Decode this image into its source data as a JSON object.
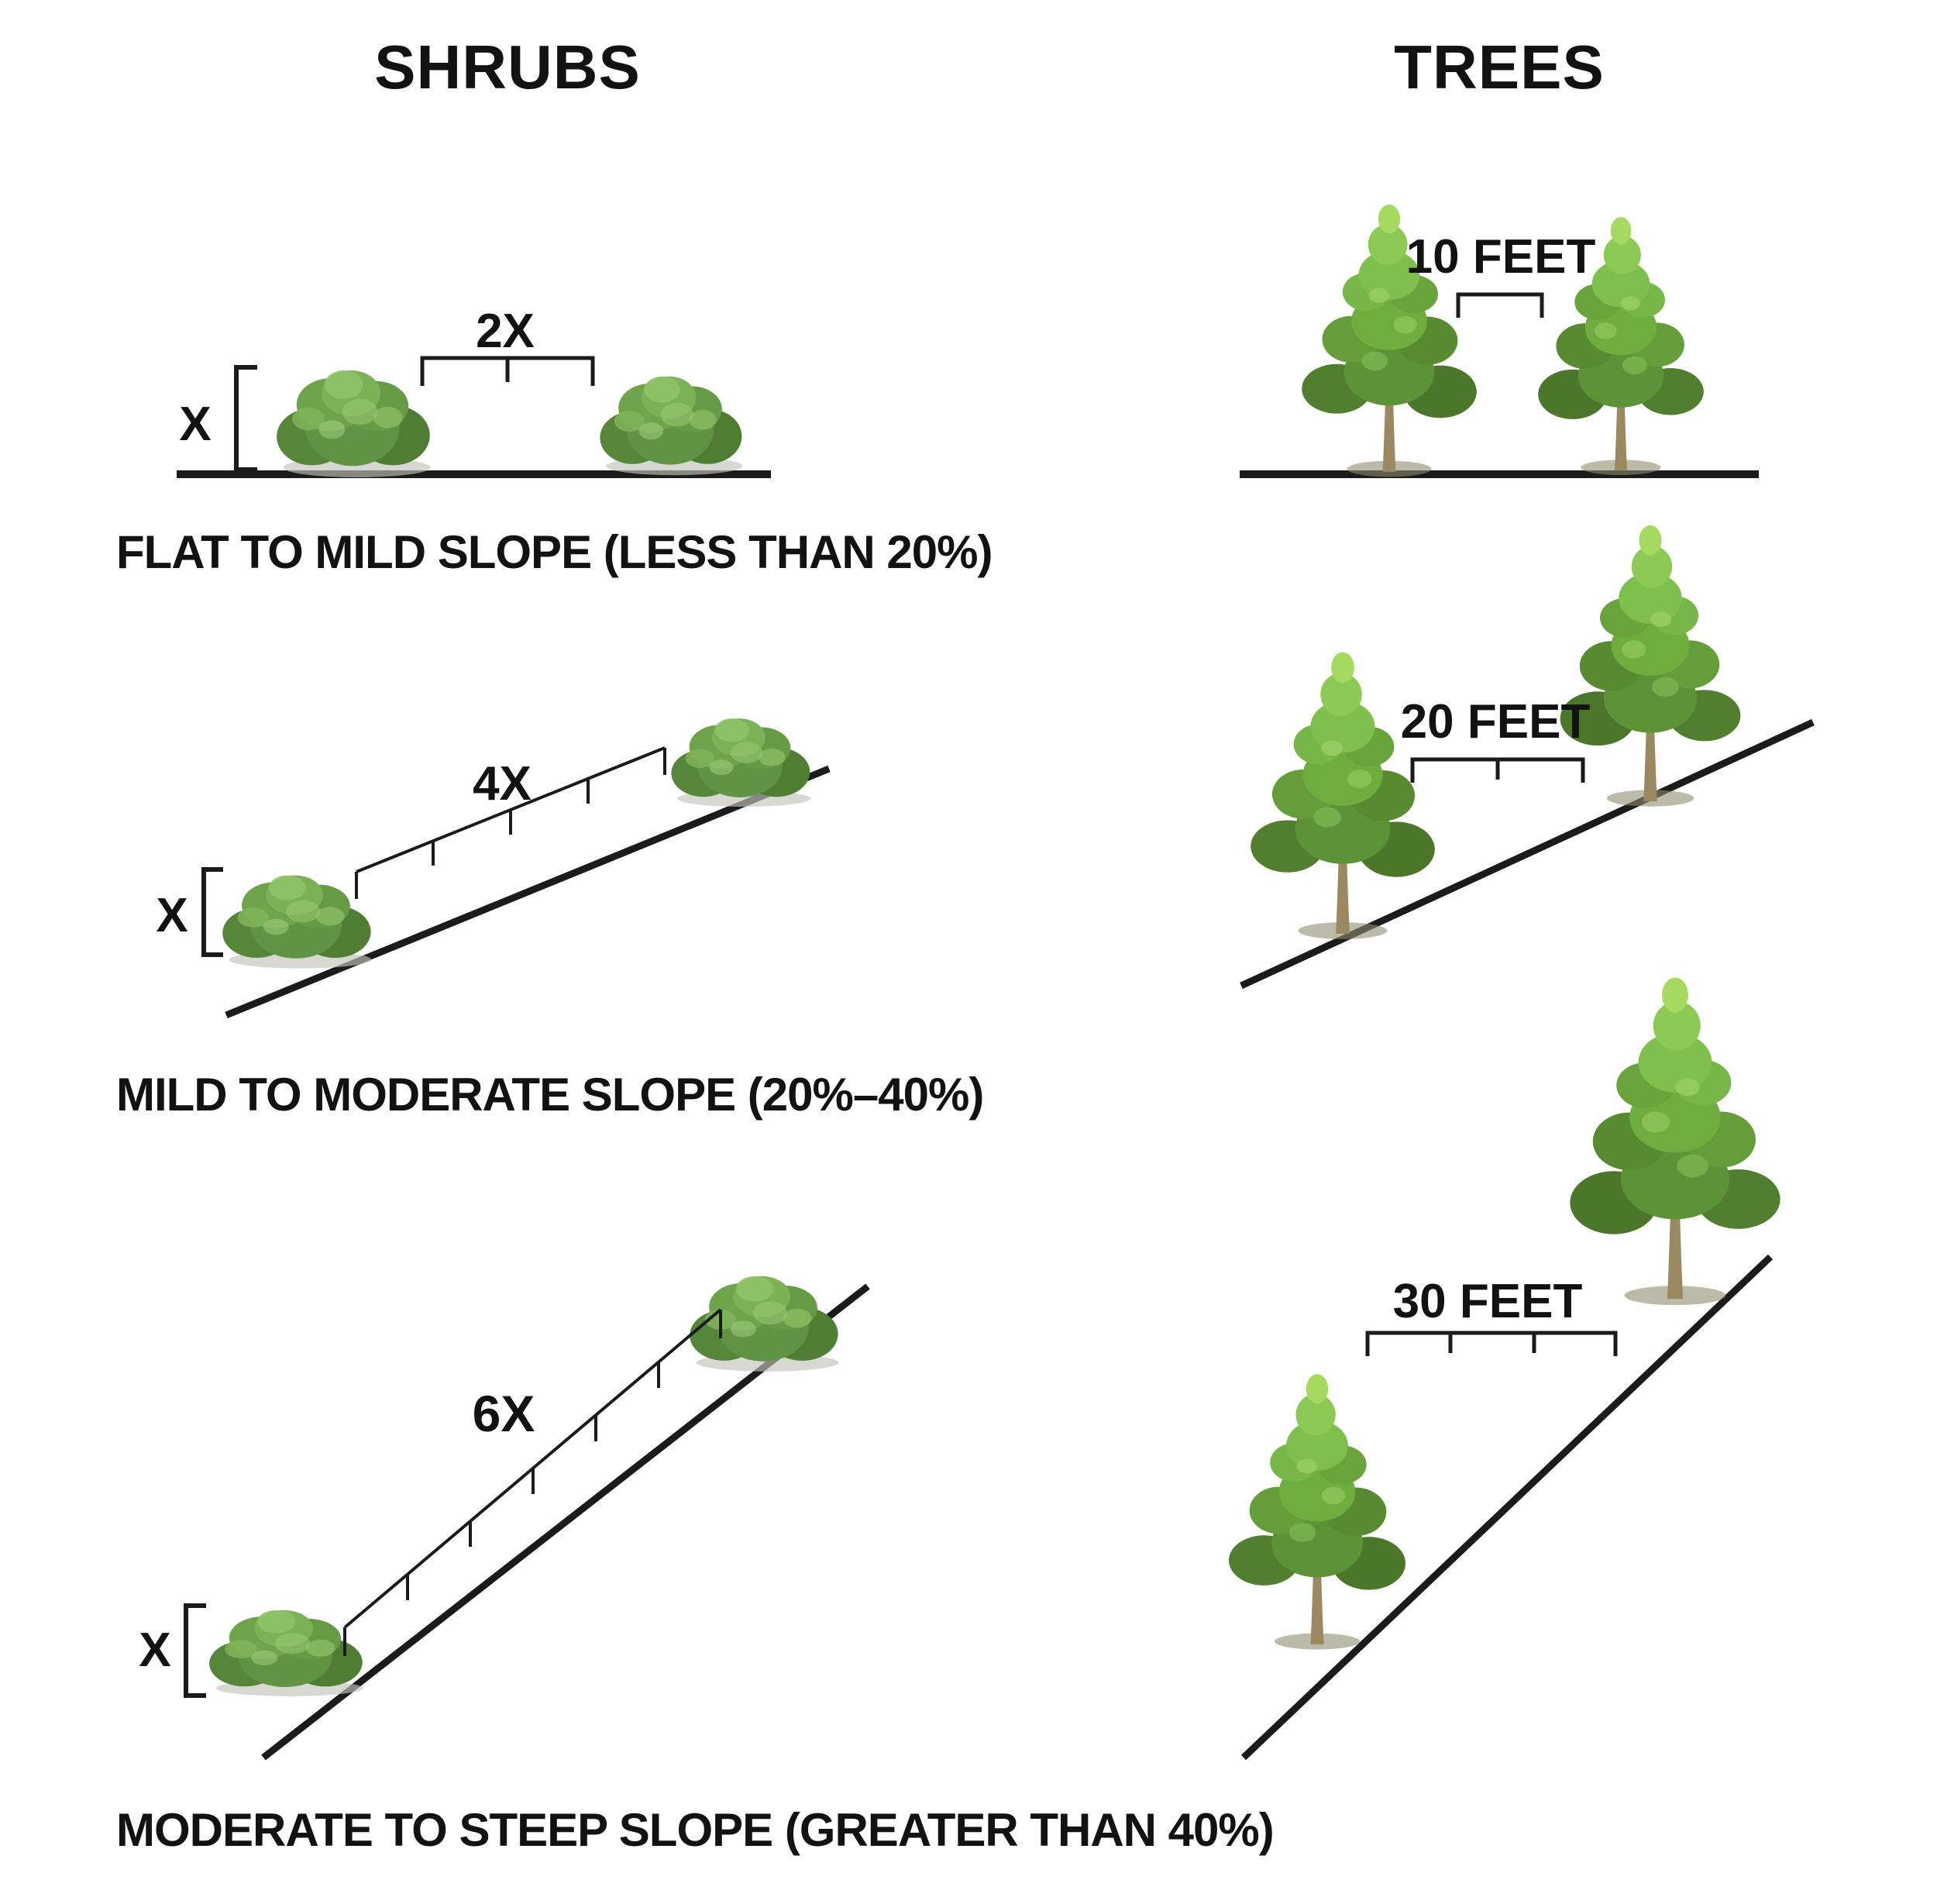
{
  "columns": {
    "shrubs": "SHRUBS",
    "trees": "TREES"
  },
  "rows": [
    {
      "caption": "FLAT TO MILD SLOPE (LESS THAN 20%)",
      "slope_range": "less than 20%",
      "shrubs": {
        "height_label": "X",
        "spacing_label": "2X",
        "spacing_multiple_of_height": 2
      },
      "trees": {
        "spacing_label": "10 FEET",
        "spacing_feet": 10
      }
    },
    {
      "caption": "MILD TO MODERATE SLOPE (20%–40%)",
      "slope_range": "20%–40%",
      "shrubs": {
        "height_label": "X",
        "spacing_label": "4X",
        "spacing_multiple_of_height": 4
      },
      "trees": {
        "spacing_label": "20 FEET",
        "spacing_feet": 20
      }
    },
    {
      "caption": "MODERATE TO STEEP SLOPE (GREATER THAN 40%)",
      "slope_range": "greater than 40%",
      "shrubs": {
        "height_label": "X",
        "spacing_label": "6X",
        "spacing_multiple_of_height": 6
      },
      "trees": {
        "spacing_label": "30 FEET",
        "spacing_feet": 30
      }
    }
  ],
  "colors": {
    "background": "#ffffff",
    "text": "#121212",
    "line": "#1b1b1b",
    "foliage_light": "#a5d95f",
    "foliage_mid": "#6fae3e",
    "foliage_dark": "#4f7f33",
    "trunk": "#9a8960",
    "shadow": "#b9b9b0"
  }
}
